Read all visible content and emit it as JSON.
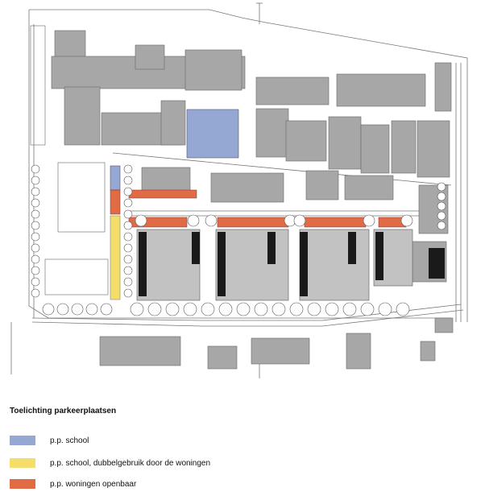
{
  "legend": {
    "title": "Toelichting parkeerplaatsen",
    "items": [
      {
        "label": "p.p. school",
        "color": "#95a8d4"
      },
      {
        "label": "p.p. school, dubbelgebruik door de woningen",
        "color": "#f5dd6b"
      },
      {
        "label": "p.p. woningen openbaar",
        "color": "#e06b44"
      }
    ]
  },
  "colors": {
    "building": "#a7a7a7",
    "building_dark": "#8f8f8f",
    "house_block": "#c2c2c2",
    "black_strip": "#1a1a1a",
    "line": "#555555"
  }
}
